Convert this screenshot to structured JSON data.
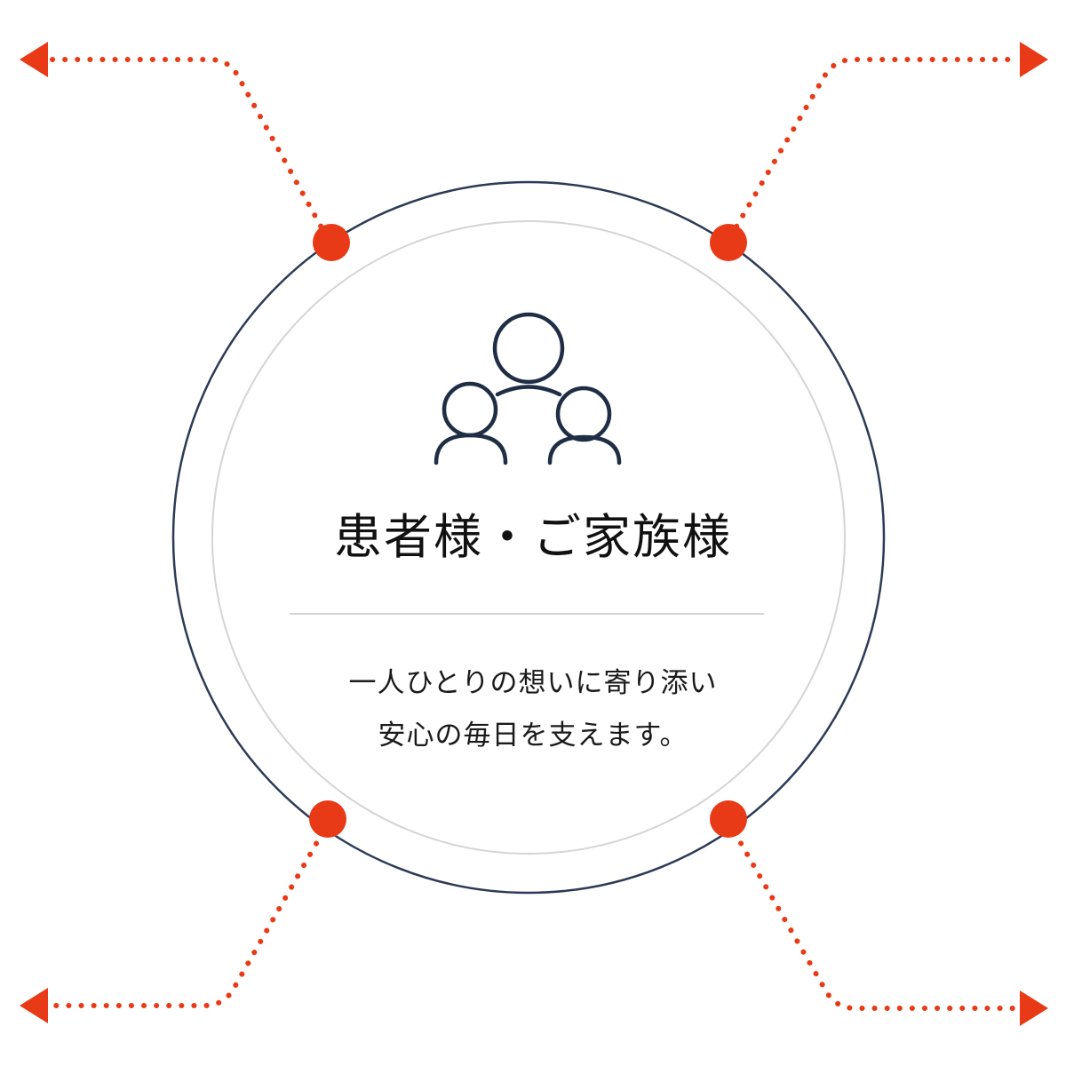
{
  "title": "患者様・ご家族様",
  "description": {
    "line1": "一人ひとりの想いに寄り添い",
    "line2": "安心の毎日を支えます。"
  },
  "center_icon": "people-group-icon",
  "colors": {
    "accent": "#e83a16",
    "circle_outer": "#2c3a55",
    "circle_inner": "#d4d4d8",
    "icon": "#1f2d45",
    "text": "#111111",
    "background": "#ffffff"
  }
}
